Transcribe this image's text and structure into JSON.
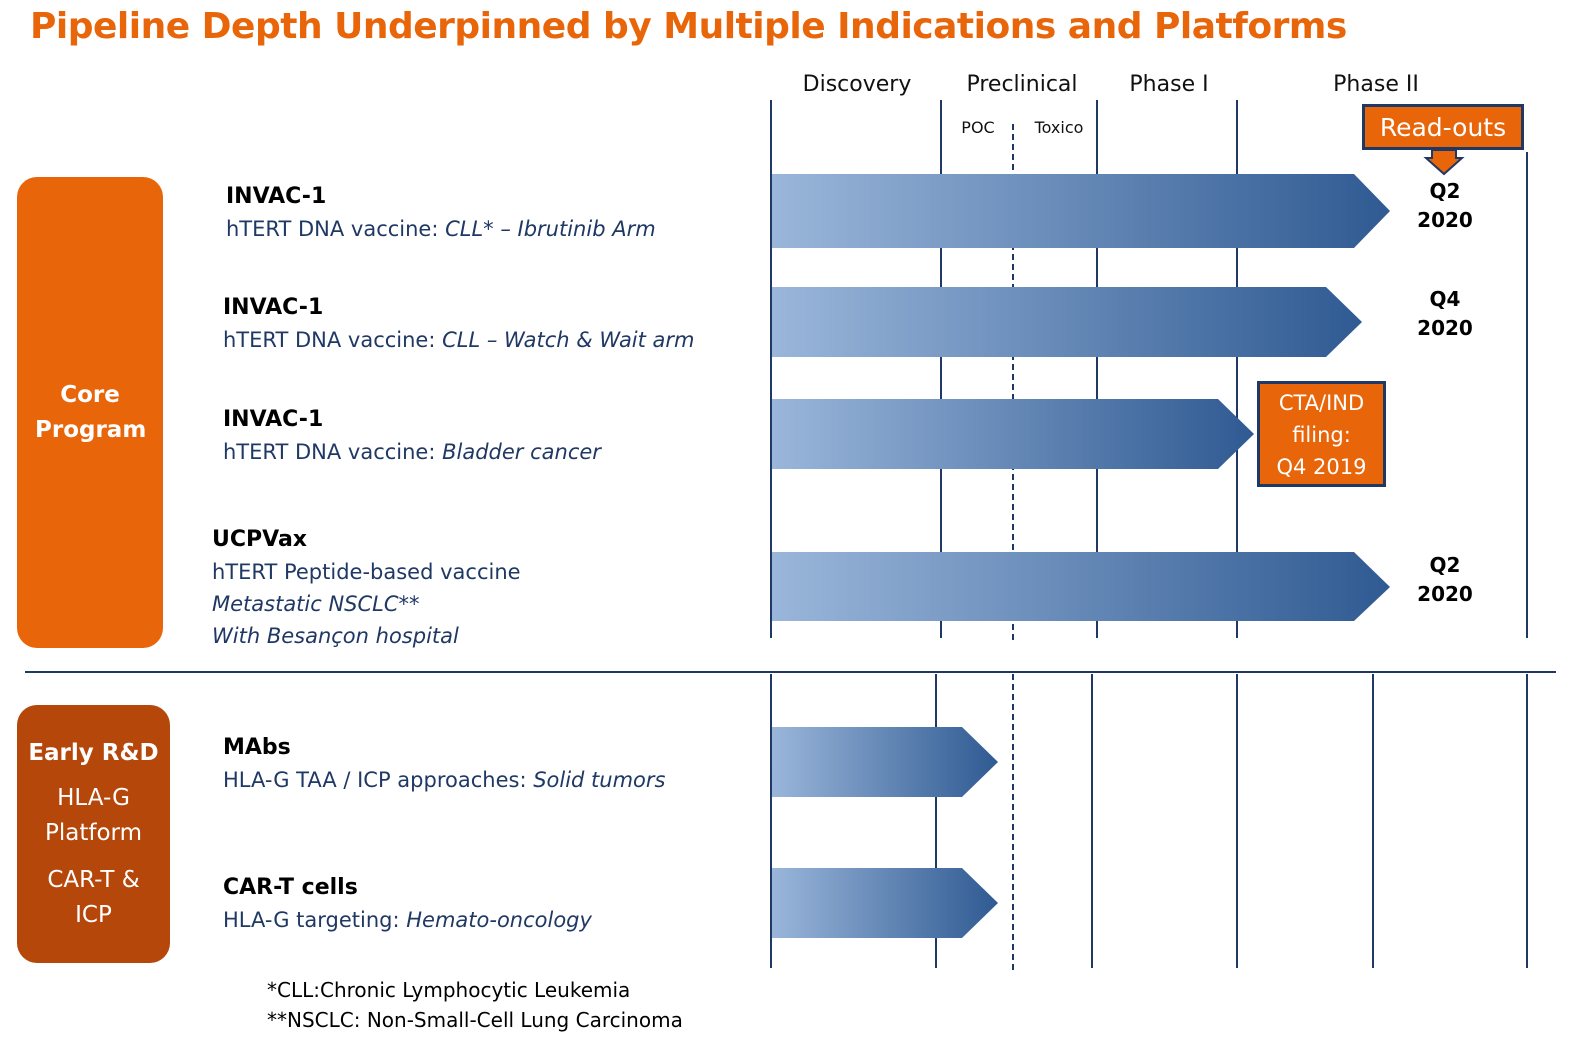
{
  "title": "Pipeline Depth Underpinned by Multiple Indications and Platforms",
  "phases": [
    "Discovery",
    "Preclinical",
    "Phase I",
    "Phase II"
  ],
  "preclinical_sub": [
    "POC",
    "Toxico"
  ],
  "readouts_label": "Read-outs",
  "groups": {
    "core": {
      "title": "Core Program",
      "color": "#e8650a"
    },
    "early": {
      "title": "Early R&D",
      "lines": [
        "HLA-G Platform",
        "CAR-T & ICP"
      ],
      "color": "#b5470b"
    }
  },
  "programs": [
    {
      "name": "INVAC-1",
      "desc_plain": "hTERT DNA vaccine: ",
      "desc_italic": "CLL* – Ibrutinib Arm",
      "readout": [
        "Q2",
        "2020"
      ]
    },
    {
      "name": "INVAC-1",
      "desc_plain": "hTERT DNA vaccine: ",
      "desc_italic": "CLL – Watch & Wait arm",
      "readout": [
        "Q4",
        "2020"
      ]
    },
    {
      "name": "INVAC-1",
      "desc_plain": "hTERT DNA vaccine: ",
      "desc_italic": "Bladder cancer",
      "callout": [
        "CTA/IND",
        "filing:",
        "Q4 2019"
      ]
    },
    {
      "name": "UCPVax",
      "desc_plain": "hTERT Peptide-based vaccine",
      "desc_italic_lines": [
        "Metastatic NSCLC**",
        "With Besançon hospital"
      ],
      "readout": [
        "Q2",
        "2020"
      ]
    },
    {
      "name": "MAbs",
      "desc_plain": "HLA-G TAA / ICP approaches: ",
      "desc_italic": "Solid tumors"
    },
    {
      "name": "CAR-T cells",
      "desc_plain": "HLA-G targeting: ",
      "desc_italic": "Hemato-oncology"
    }
  ],
  "footnotes": [
    "*CLL:Chronic Lymphocytic Leukemia",
    "**NSCLC: Non-Small-Cell Lung Carcinoma"
  ],
  "colors": {
    "accent": "#e8650a",
    "navy": "#1f3864",
    "arrow_start": "#9ab6da",
    "arrow_end": "#2f5a92"
  }
}
